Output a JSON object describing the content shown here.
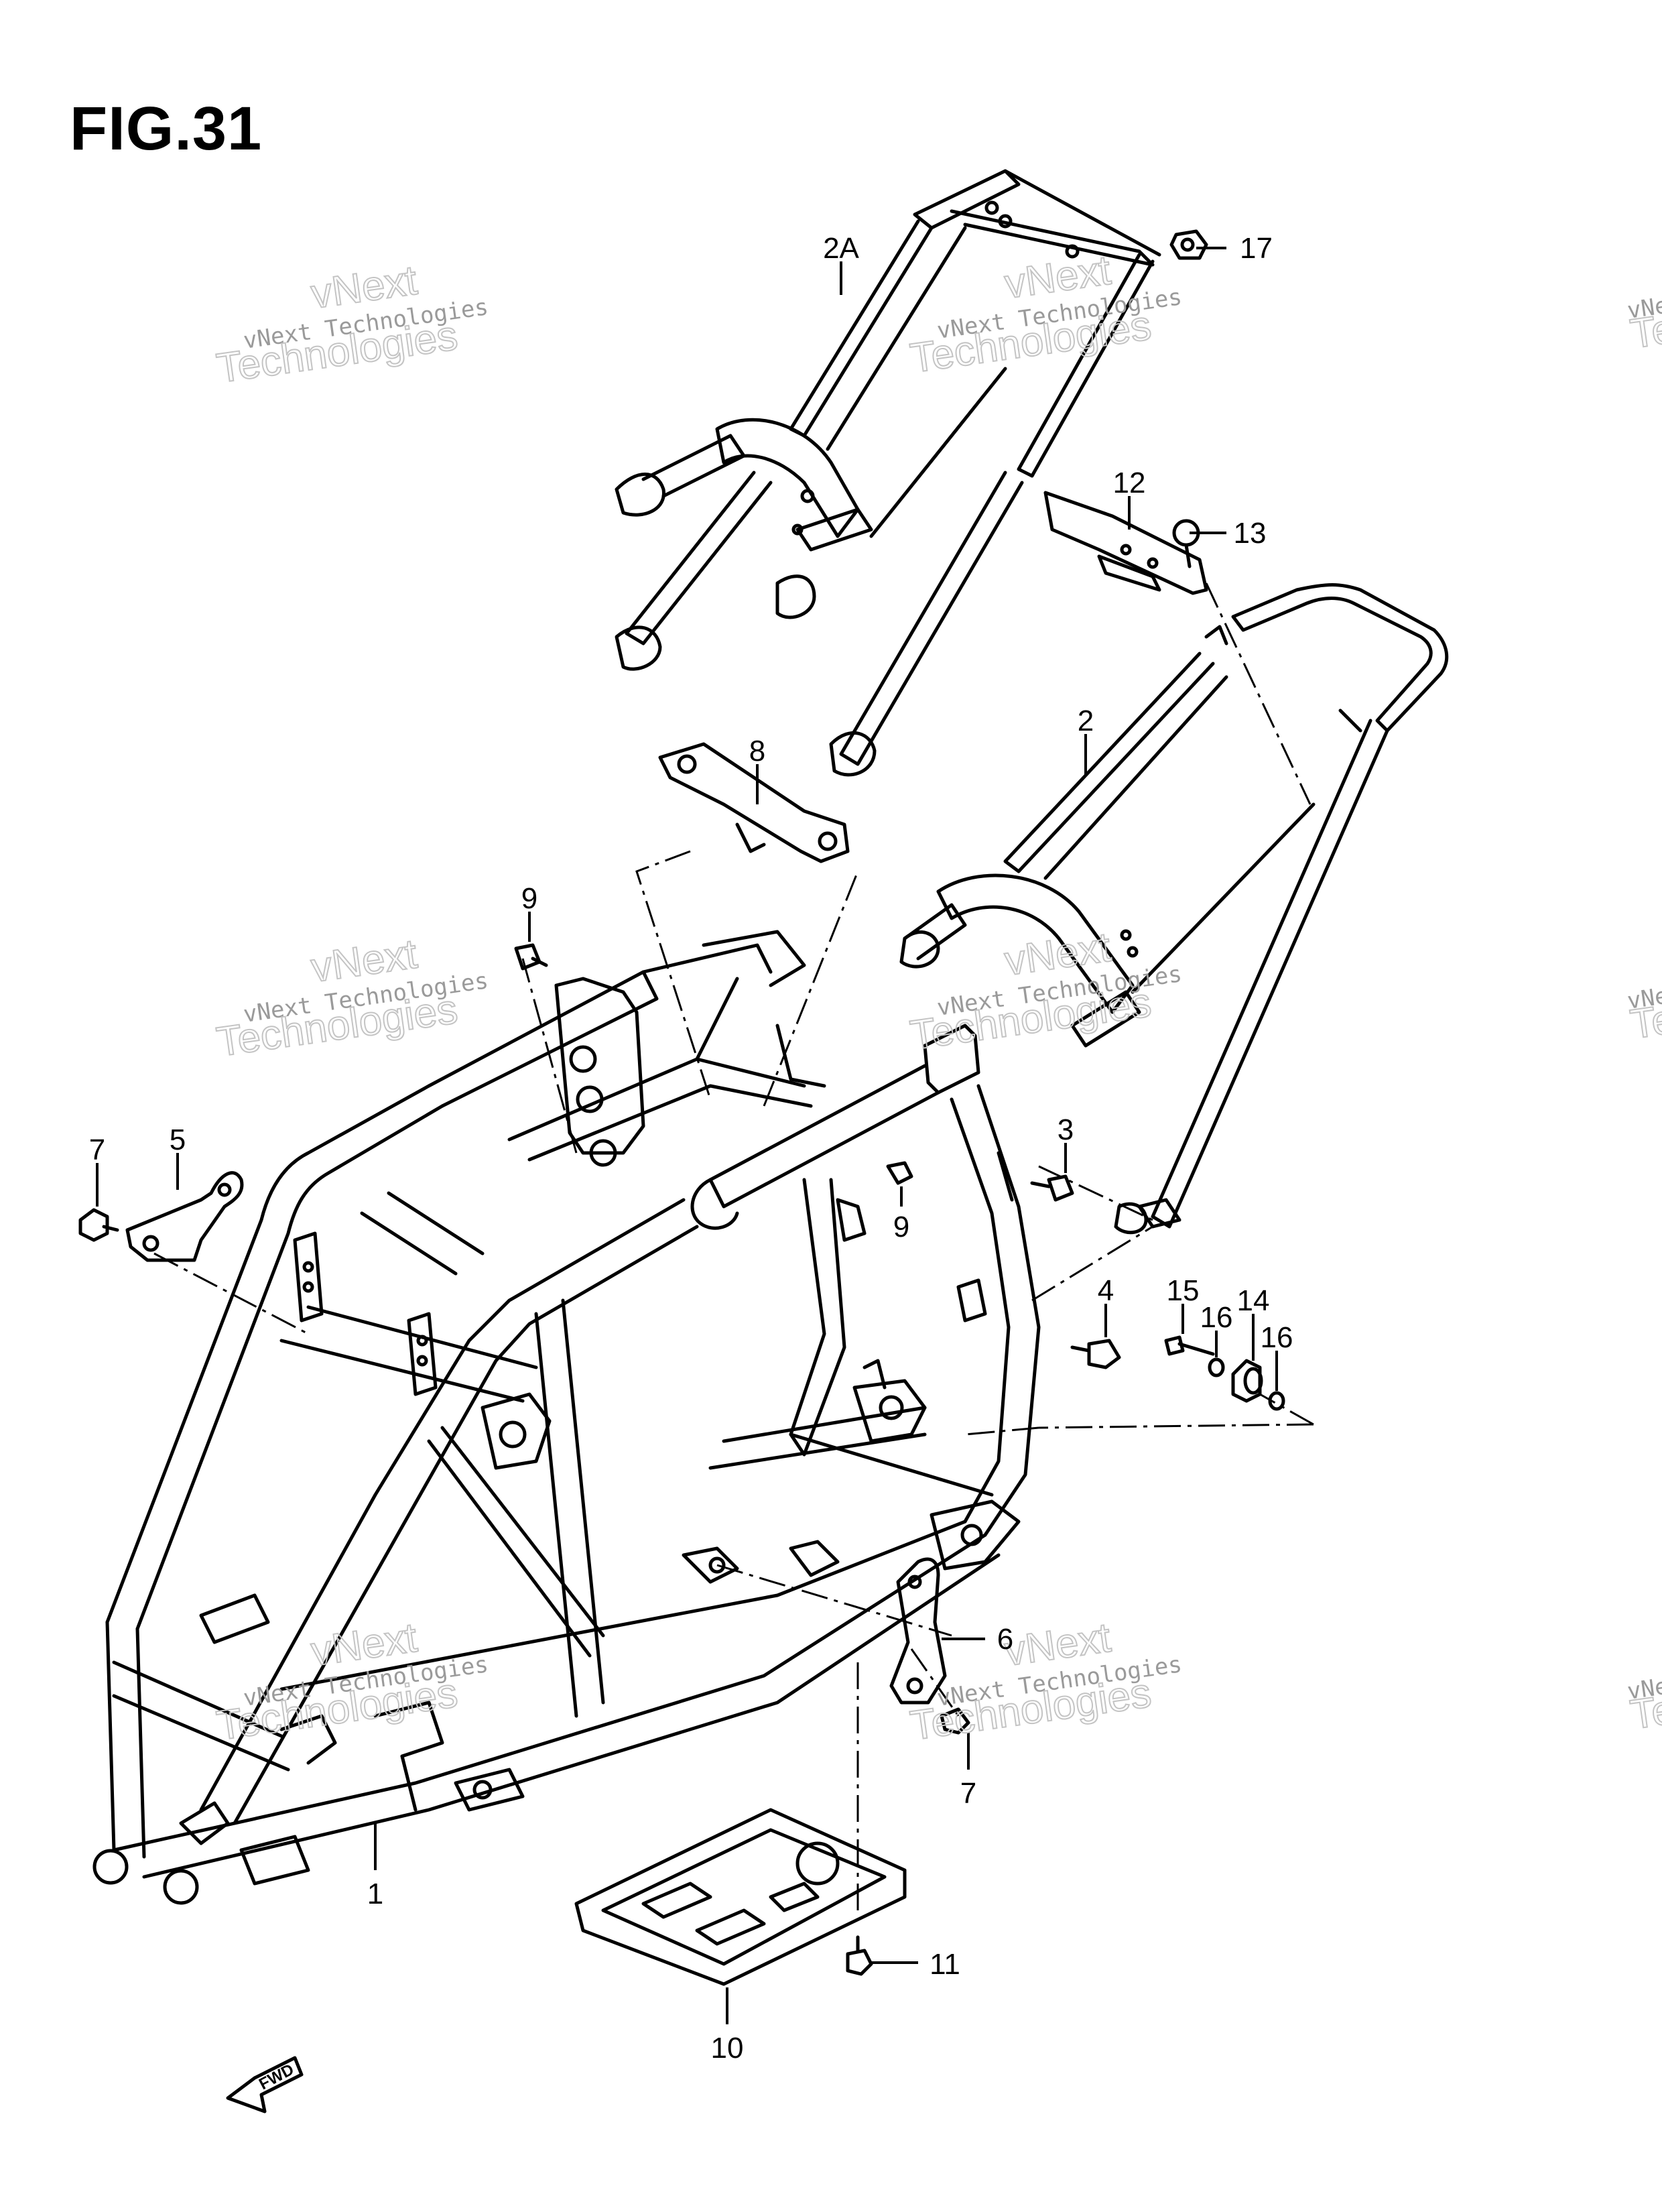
{
  "figure": {
    "title": "FIG.31"
  },
  "watermark": {
    "line1": "vNext Technologies",
    "line2": "Technologies",
    "line3": "vNext"
  },
  "callouts": [
    {
      "id": "c-2A",
      "label": "2A"
    },
    {
      "id": "c-17",
      "label": "17"
    },
    {
      "id": "c-12",
      "label": "12"
    },
    {
      "id": "c-13",
      "label": "13"
    },
    {
      "id": "c-2",
      "label": "2"
    },
    {
      "id": "c-8",
      "label": "8"
    },
    {
      "id": "c-9a",
      "label": "9"
    },
    {
      "id": "c-3",
      "label": "3"
    },
    {
      "id": "c-9b",
      "label": "9"
    },
    {
      "id": "c-7a",
      "label": "7"
    },
    {
      "id": "c-5",
      "label": "5"
    },
    {
      "id": "c-4",
      "label": "4"
    },
    {
      "id": "c-15",
      "label": "15"
    },
    {
      "id": "c-16a",
      "label": "16"
    },
    {
      "id": "c-14",
      "label": "14"
    },
    {
      "id": "c-16b",
      "label": "16"
    },
    {
      "id": "c-6",
      "label": "6"
    },
    {
      "id": "c-7b",
      "label": "7"
    },
    {
      "id": "c-1",
      "label": "1"
    },
    {
      "id": "c-11",
      "label": "11"
    },
    {
      "id": "c-10",
      "label": "10"
    }
  ],
  "fwd_label": "FWD",
  "colors": {
    "line": "#000000",
    "watermark": "#b0b0b0"
  }
}
